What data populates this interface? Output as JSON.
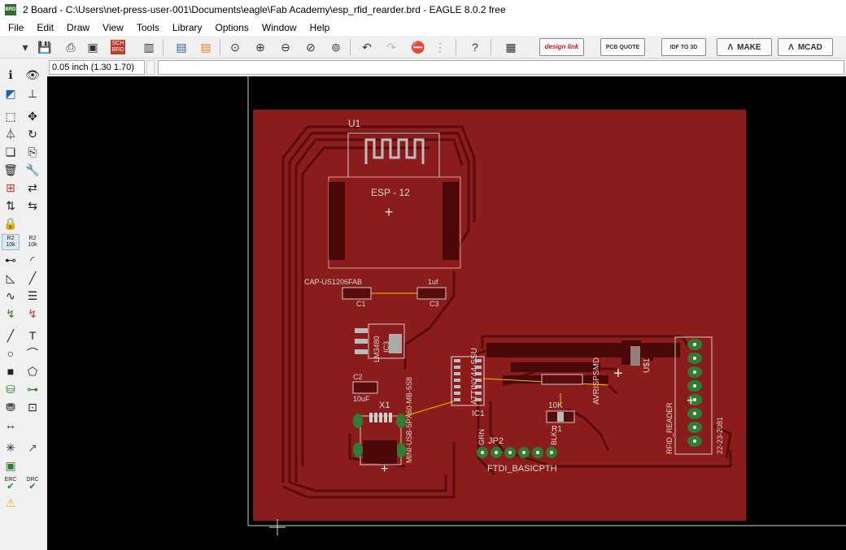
{
  "window": {
    "title": "2 Board - C:\\Users\\net-press-user-001\\Documents\\eagle\\Fab Academy\\esp_rfid_rearder.brd - EAGLE 8.0.2 free",
    "app_icon_text": "BRD"
  },
  "menu": [
    "File",
    "Edit",
    "Draw",
    "View",
    "Tools",
    "Library",
    "Options",
    "Window",
    "Help"
  ],
  "toolbar": {
    "sch_brd": "SCH BRD",
    "design_link": "design link",
    "pcb_quote": "PCB QUOTE",
    "idf_to_3d": "IDF TO 3D",
    "make": "MAKE",
    "mcad": "MCAD"
  },
  "coord": {
    "display": "0.05 inch (1.30 1.70)",
    "command": ""
  },
  "leftbar": {
    "r2_label": "R2",
    "r2_value": "10k",
    "erc": "ERC",
    "drc": "DRC"
  },
  "board": {
    "u1": "U1",
    "esp": "ESP - 12",
    "cap_name": "CAP-US1206FAB",
    "cap_value": "1uf",
    "c1": "C1",
    "c3": "C3",
    "c2": "C2",
    "c2_value": "10uF",
    "regulator": "LM3480",
    "ic3": "IC3",
    "x1": "X1",
    "usb": "MINI-USB-5PX60-MB-5S8",
    "tiny": "ATTINY44-SSU",
    "ic1": "IC1",
    "grn": "GRN",
    "jp2": "JP2",
    "blk": "BLK",
    "ftdi": "FTDI_BASICPTH",
    "r10k": "10K",
    "r1": "R1",
    "avr": "AVRISPSMD",
    "u1b": "U$1",
    "rfid": "RFID_READER",
    "date": "22-23-2081"
  },
  "colors": {
    "board": "#8b1c1c",
    "copper": "#5a0c0c",
    "bg": "#000000",
    "pad": "#2e7d32"
  }
}
